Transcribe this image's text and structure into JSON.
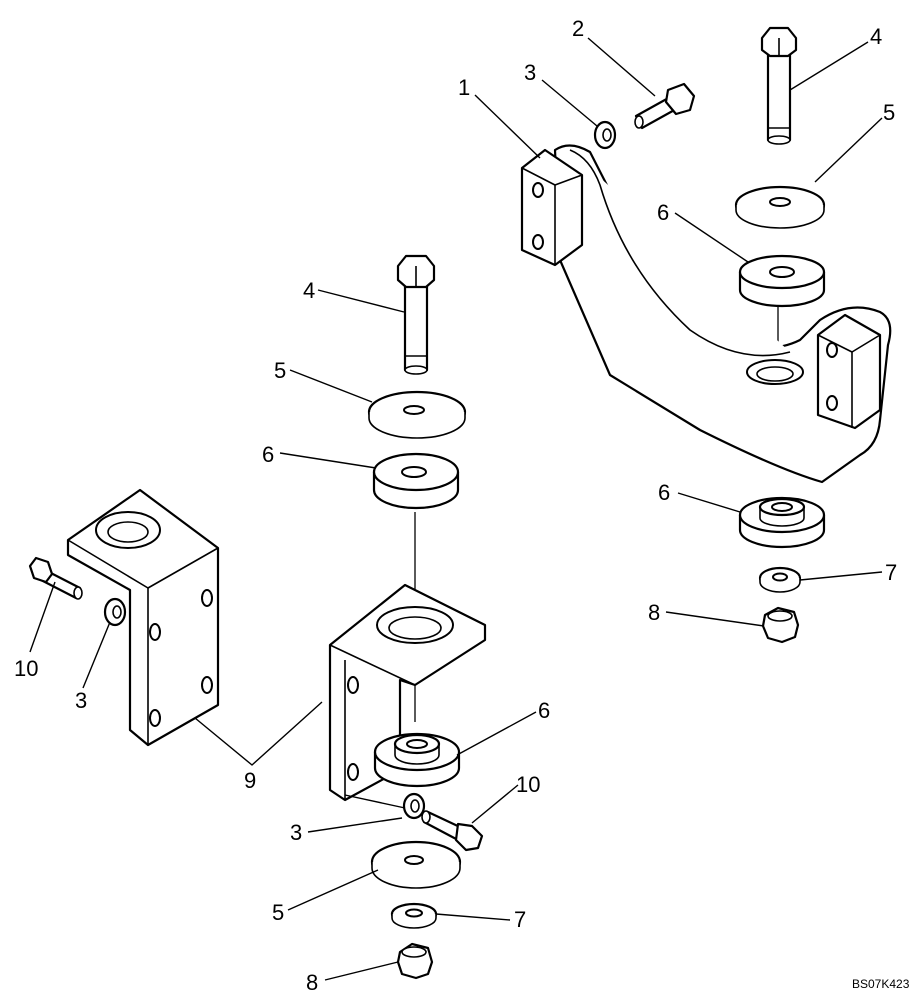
{
  "figure_code": "BS07K423",
  "callouts": [
    {
      "id": "c1",
      "text": "1"
    },
    {
      "id": "c2",
      "text": "2"
    },
    {
      "id": "c3a",
      "text": "3"
    },
    {
      "id": "c4a",
      "text": "4"
    },
    {
      "id": "c5a",
      "text": "5"
    },
    {
      "id": "c6a",
      "text": "6"
    },
    {
      "id": "c6b",
      "text": "6"
    },
    {
      "id": "c7a",
      "text": "7"
    },
    {
      "id": "c8a",
      "text": "8"
    },
    {
      "id": "c4b",
      "text": "4"
    },
    {
      "id": "c5b",
      "text": "5"
    },
    {
      "id": "c6c",
      "text": "6"
    },
    {
      "id": "c10a",
      "text": "10"
    },
    {
      "id": "c3b",
      "text": "3"
    },
    {
      "id": "c9",
      "text": "9"
    },
    {
      "id": "c6d",
      "text": "6"
    },
    {
      "id": "c10b",
      "text": "10"
    },
    {
      "id": "c3c",
      "text": "3"
    },
    {
      "id": "c5c",
      "text": "5"
    },
    {
      "id": "c7b",
      "text": "7"
    },
    {
      "id": "c8b",
      "text": "8"
    }
  ]
}
